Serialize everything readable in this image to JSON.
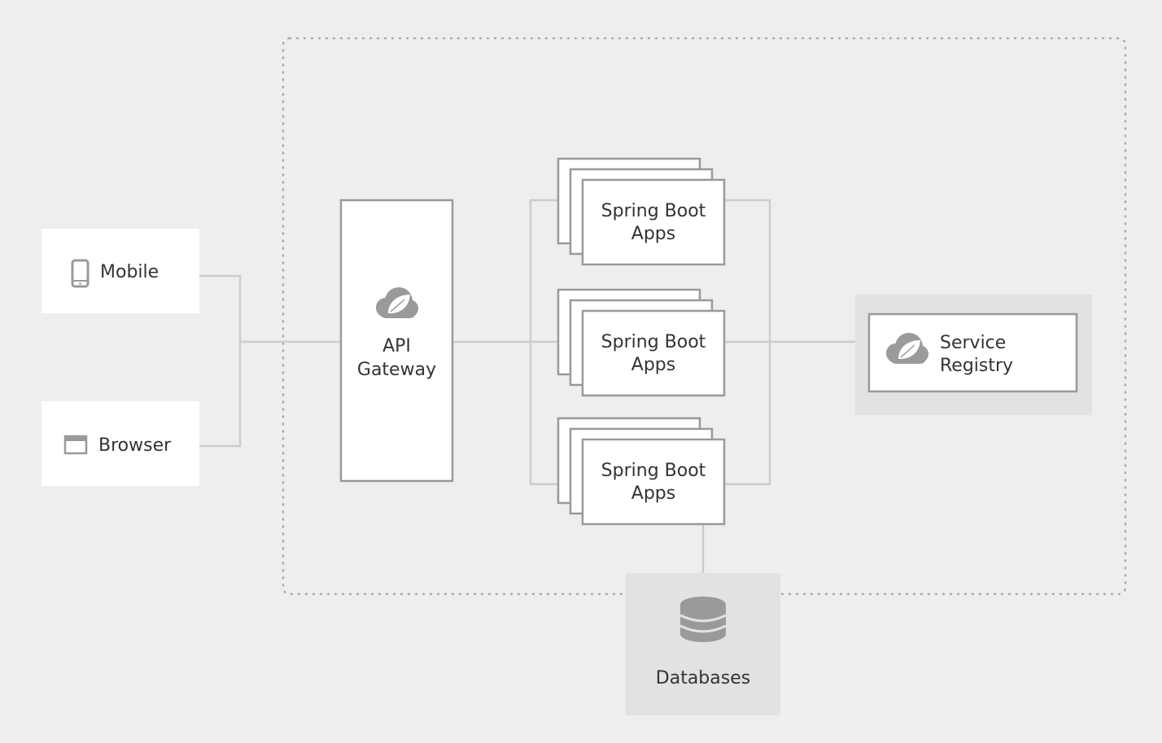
{
  "clients": {
    "mobile": {
      "label": "Mobile",
      "icon": "mobile-phone-icon"
    },
    "browser": {
      "label": "Browser",
      "icon": "browser-window-icon"
    }
  },
  "gateway": {
    "line1": "API",
    "line2": "Gateway",
    "icon": "spring-cloud-leaf-icon"
  },
  "apps": [
    {
      "line1": "Spring Boot",
      "line2": "Apps"
    },
    {
      "line1": "Spring Boot",
      "line2": "Apps"
    },
    {
      "line1": "Spring Boot",
      "line2": "Apps"
    }
  ],
  "registry": {
    "line1": "Service",
    "line2": "Registry",
    "icon": "spring-cloud-leaf-icon"
  },
  "databases": {
    "label": "Databases",
    "icon": "database-icon"
  },
  "colors": {
    "background": "#eeeeee",
    "box_fill": "#ffffff",
    "box_border": "#999999",
    "connector": "#cccccc",
    "panel": "#e2e2e2",
    "icon": "#9a9a9a",
    "text": "#333333"
  }
}
